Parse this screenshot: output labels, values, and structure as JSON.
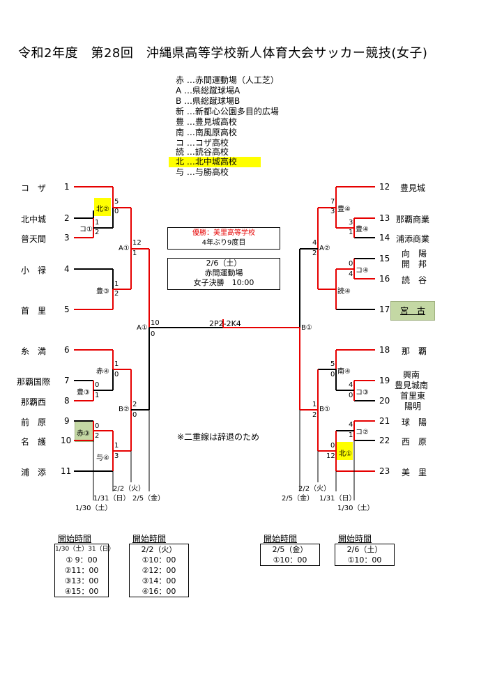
{
  "title": "令和2年度　第28回　沖縄県高等学校新人体育大会サッカー競技(女子)",
  "legend": [
    "赤 …赤間運動場（人工芝）",
    "A …県総蹴球場A",
    "B …県総蹴球場B",
    "新 …新都心公園多目的広場",
    "豊 …豊見城高校",
    "南 …南風原高校",
    "コ …コザ高校",
    "読 …読谷高校",
    "北 …北中城高校",
    "与 …与勝高校"
  ],
  "left_teams": [
    {
      "seed": "1",
      "name": "コ　ザ"
    },
    {
      "seed": "2",
      "name": "北中城"
    },
    {
      "seed": "3",
      "name": "普天間"
    },
    {
      "seed": "4",
      "name": "小　禄"
    },
    {
      "seed": "5",
      "name": "首　里"
    },
    {
      "seed": "6",
      "name": "糸　満"
    },
    {
      "seed": "7",
      "name": "那覇国際"
    },
    {
      "seed": "8",
      "name": "那覇西"
    },
    {
      "seed": "9",
      "name": "前　原"
    },
    {
      "seed": "10",
      "name": "名　護"
    },
    {
      "seed": "11",
      "name": "浦　添"
    }
  ],
  "right_teams": [
    {
      "seed": "12",
      "name": "豊見城"
    },
    {
      "seed": "13",
      "name": "那覇商業"
    },
    {
      "seed": "14",
      "name": "浦添商業"
    },
    {
      "seed": "15",
      "name": "向　陽\n開　邦"
    },
    {
      "seed": "16",
      "name": "読　谷"
    },
    {
      "seed": "17",
      "name": "宮　古"
    },
    {
      "seed": "18",
      "name": "那　覇"
    },
    {
      "seed": "19",
      "name": "興南\n豊見城南"
    },
    {
      "seed": "20",
      "name": "首里東\n陽明"
    },
    {
      "seed": "21",
      "name": "球　陽"
    },
    {
      "seed": "22",
      "name": "西　原"
    },
    {
      "seed": "23",
      "name": "美　里"
    }
  ],
  "venues": {
    "kita2": "北②",
    "ko1": "コ①",
    "A1a": "A①",
    "toyo3": "豊③",
    "A1b": "A①",
    "aka4": "赤④",
    "toyo3b": "豊③",
    "B2": "B②",
    "aka3": "赤③",
    "yo4": "与④",
    "toyo4a": "豊④",
    "toyo4b": "豊④",
    "A2": "A②",
    "ko4": "コ④",
    "yomi4": "読④",
    "B1": "B①",
    "nan4": "南④",
    "ko3": "コ③",
    "B1b": "B①",
    "ko2": "コ②",
    "kita1": "北①"
  },
  "scores": {
    "l_5": "5",
    "l_0a": "0",
    "l_1a": "1",
    "l_2a": "2",
    "l_12": "12",
    "l_1b": "1",
    "l_1c": "1",
    "l_2b": "2",
    "l_10": "10",
    "l_0b": "0",
    "l_1d": "1",
    "l_0c": "0",
    "l_0d": "0",
    "l_1e": "1",
    "l_2c": "2",
    "l_0e": "0",
    "l_0f": "0",
    "l_2d": "2",
    "l_1f": "1",
    "l_3": "3",
    "r_7": "7",
    "r_3a": "3",
    "r_3b": "3",
    "r_1a": "1",
    "r_4a": "4",
    "r_2a": "2",
    "r_0a": "0",
    "r_4b": "4",
    "r_5": "5",
    "r_0b": "0",
    "r_4c": "4",
    "r_0c": "0",
    "r_1b": "1",
    "r_2b": "2",
    "r_4d": "4",
    "r_1c": "1",
    "r_0d": "0",
    "r_12": "12",
    "final": "2P2-2K4"
  },
  "champion": {
    "label": "優勝：美里高等学校",
    "sub": "4年ぶり9度目"
  },
  "final_info": {
    "date": "2/6（土）",
    "venue": "赤間運動場",
    "event": "女子決勝　10:00"
  },
  "withdraw_note": "※二重線は辞退のため",
  "round_dates": {
    "l1": "1/30（土）",
    "l2": "1/31（日）",
    "l3": "2/2（火）",
    "l4": "2/5（金）",
    "r1": "1/30（土）",
    "r2": "1/31（日）",
    "r3": "2/2（火）",
    "r4": "2/5（金）"
  },
  "schedules": [
    {
      "label": "開始時間",
      "header": "1/30（土）31（日）",
      "rows": [
        "① 9：00",
        "②11：00",
        "③13：00",
        "④15：00"
      ]
    },
    {
      "label": "開始時間",
      "header": "2/2（火）",
      "rows": [
        "①10：00",
        "②12：00",
        "③14：00",
        "④16：00"
      ]
    },
    {
      "label": "開始時間",
      "header": "2/5（金）",
      "rows": [
        "①10：00"
      ]
    },
    {
      "label": "開始時間",
      "header": "2/6（土）",
      "rows": [
        "①10：00"
      ]
    }
  ],
  "colors": {
    "winner": "#e60000",
    "loser": "#000000",
    "highlight": "#ffff00",
    "green": "#c4d8a4"
  }
}
